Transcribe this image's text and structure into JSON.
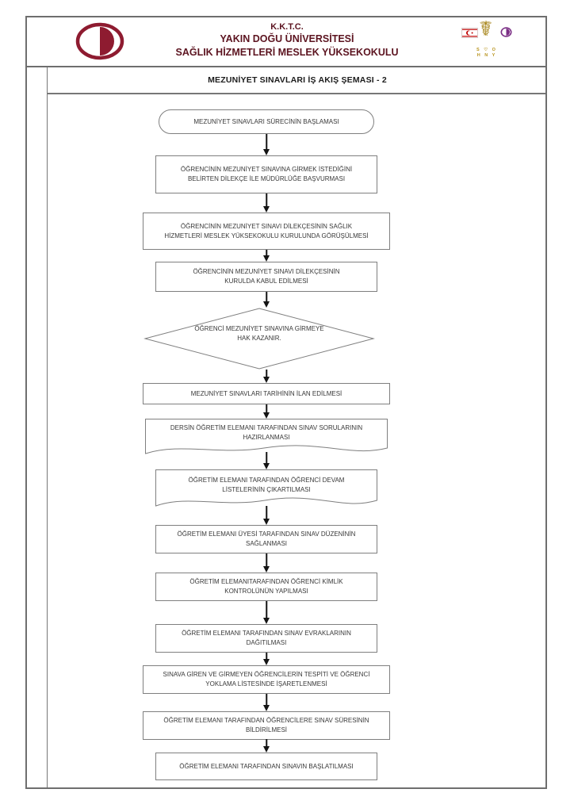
{
  "header": {
    "line1": "K.K.T.C.",
    "line2": "YAKIN DOĞU ÜNİVERSİTESİ",
    "line3": "SAĞLIK HİZMETLERİ MESLEK YÜKSEKOKULU"
  },
  "banner": {
    "title": "MEZUNİYET SINAVLARI İŞ AKIŞ ŞEMASI - 2"
  },
  "logos": {
    "left_icon": "neu-crescent-logo",
    "right_icon": "shmyo-medical-emblem",
    "caduceus_glyph": "☤",
    "emblem_letters_row1": "S ♡ O",
    "emblem_letters_row2": "H N Y"
  },
  "colors": {
    "header_text": "#5c1420",
    "logo_maroon": "#8e1b30",
    "frame_border": "#6e6e6e",
    "node_border": "#7f7f7f",
    "node_text": "#383838",
    "arrow": "#141414",
    "flag_red": "#c00000",
    "emblem_gold": "#b8941f",
    "emblem_purple": "#7b2f85"
  },
  "flowchart": {
    "nodes": [
      {
        "type": "terminator",
        "label": "MEZUNİYET SINAVLARI SÜRECİNİN BAŞLAMASI"
      },
      {
        "type": "process",
        "label": "ÖĞRENCİNİN MEZUNİYET SINAVINA GİRMEK İSTEDİĞİNİ\nBELİRTEN DİLEKÇE İLE MÜDÜRLÜĞE BAŞVURMASI"
      },
      {
        "type": "process",
        "label": "ÖĞRENCİNİN MEZUNİYET SINAVI DİLEKÇESİNİN SAĞLIK\nHİZMETLERİ MESLEK YÜKSEKOKULU KURULUNDA GÖRÜŞÜLMESİ"
      },
      {
        "type": "process",
        "label": "ÖĞRENCİNİN MEZUNİYET SINAVI DİLEKÇESİNİN\nKURULDA KABUL EDİLMESİ"
      },
      {
        "type": "decision",
        "label": "ÖĞRENCİ MEZUNİYET SINAVINA  GİRMEYE\nHAK KAZANIR."
      },
      {
        "type": "process",
        "label": "MEZUNİYET SINAVLARI TARİHİNİN İLAN EDİLMESİ"
      },
      {
        "type": "document",
        "label": "DERSİN ÖĞRETİM ELEMANI TARAFINDAN SINAV SORULARININ\nHAZIRLANMASI"
      },
      {
        "type": "document",
        "label": "ÖĞRETİM ELEMANI TARAFINDAN  ÖĞRENCİ DEVAM\nLİSTELERİNİN ÇIKARTILMASI"
      },
      {
        "type": "process",
        "label": "ÖĞRETİM ELEMANI ÜYESİ TARAFINDAN SINAV DÜZENİNİN\nSAĞLANMASI"
      },
      {
        "type": "process",
        "label": "ÖĞRETİM ELEMANITARAFINDAN ÖĞRENCİ KİMLİK\nKONTROLÜNÜN YAPILMASI"
      },
      {
        "type": "process",
        "label": "ÖĞRETİM ELEMANI TARAFINDAN SINAV EVRAKLARININ\nDAĞITILMASI"
      },
      {
        "type": "process",
        "label": "SINAVA GİREN VE GİRMEYEN ÖĞRENCİLERİN TESPİTİ VE ÖĞRENCİ\nYOKLAMA LİSTESİNDE İŞARETLENMESİ"
      },
      {
        "type": "process",
        "label": "ÖĞRETİM ELEMANI TARAFINDAN ÖĞRENCİLERE SINAV SÜRESİNİN\nBİLDİRİLMESİ"
      },
      {
        "type": "process",
        "label": "ÖĞRETİM ELEMANI TARAFINDAN SINAVIN BAŞLATILMASI"
      }
    ]
  }
}
